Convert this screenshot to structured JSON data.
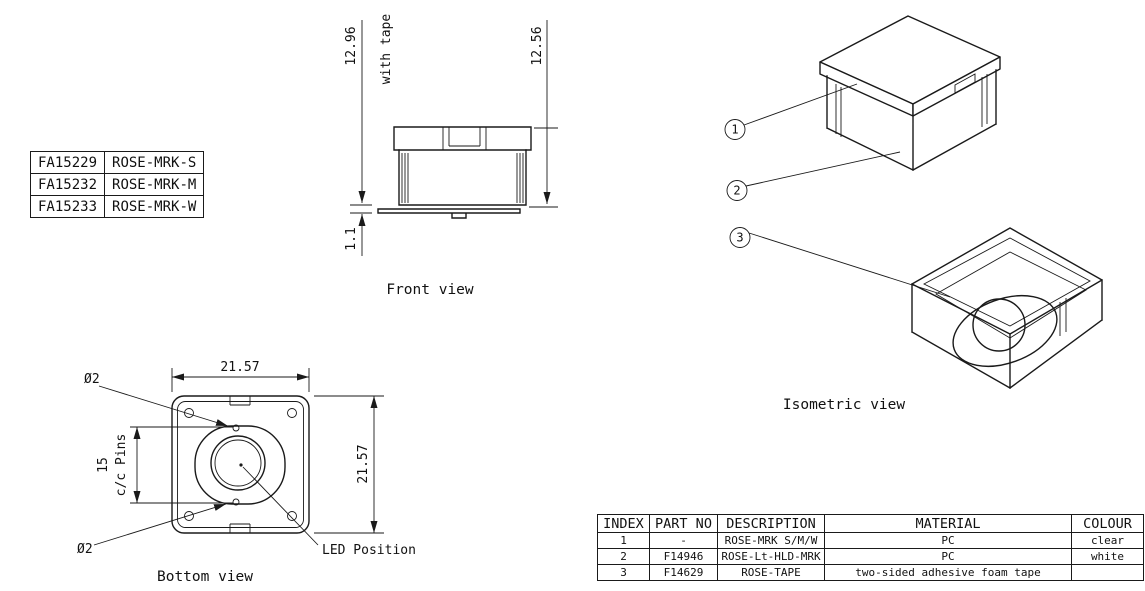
{
  "parts_table": {
    "rows": [
      {
        "part_no": "FA15229",
        "name": "ROSE-MRK-S"
      },
      {
        "part_no": "FA15232",
        "name": "ROSE-MRK-M"
      },
      {
        "part_no": "FA15233",
        "name": "ROSE-MRK-W"
      }
    ]
  },
  "front_view": {
    "caption": "Front view",
    "dims": {
      "height_with_tape": "12.96",
      "with_tape_note": "with tape",
      "height": "12.56",
      "tape_thickness": "1.1"
    }
  },
  "bottom_view": {
    "caption": "Bottom view",
    "dims": {
      "width": "21.57",
      "height": "21.57",
      "pin_pitch": "15",
      "pin_pitch_note": "c/c Pins",
      "hole_top": "Ø2",
      "hole_bottom": "Ø2"
    },
    "led_label": "LED Position"
  },
  "isometric_view": {
    "caption": "Isometric view",
    "callouts": [
      {
        "label": "1"
      },
      {
        "label": "2"
      },
      {
        "label": "3"
      }
    ]
  },
  "bom_table": {
    "headers": {
      "index": "INDEX",
      "part_no": "PART NO",
      "description": "DESCRIPTION",
      "material": "MATERIAL",
      "colour": "COLOUR"
    },
    "rows": [
      {
        "index": "1",
        "part_no": "-",
        "description": "ROSE-MRK S/M/W",
        "material": "PC",
        "colour": "clear"
      },
      {
        "index": "2",
        "part_no": "F14946",
        "description": "ROSE-Lt-HLD-MRK",
        "material": "PC",
        "colour": "white"
      },
      {
        "index": "3",
        "part_no": "F14629",
        "description": "ROSE-TAPE",
        "material": "two-sided adhesive foam tape",
        "colour": ""
      }
    ]
  }
}
